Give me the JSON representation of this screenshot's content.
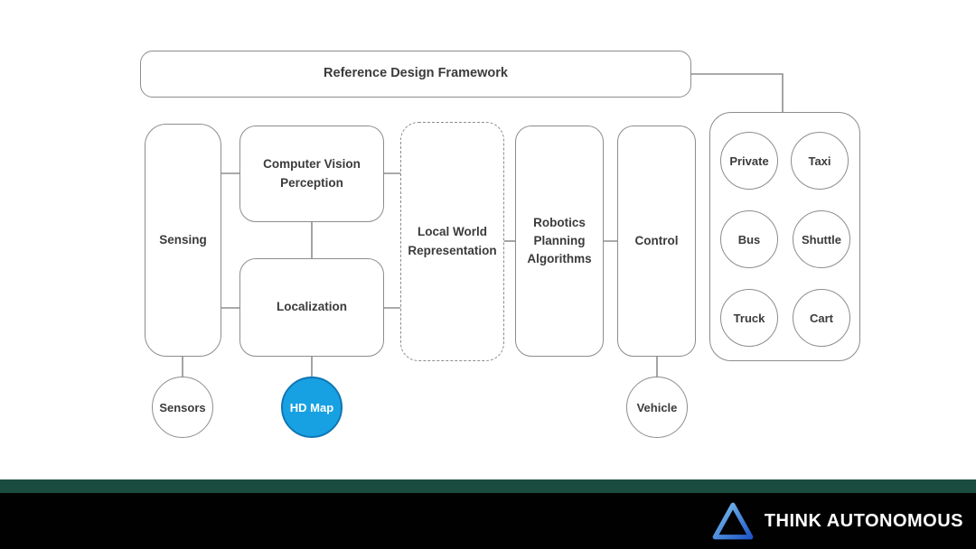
{
  "title_box": {
    "label": "Reference Design Framework"
  },
  "nodes": {
    "sensing": {
      "label": "Sensing"
    },
    "computer_vision": {
      "label": "Computer Vision Perception"
    },
    "localization": {
      "label": "Localization"
    },
    "local_world": {
      "label": "Local World Representation"
    },
    "planning": {
      "label": "Robotics Planning Algorithms"
    },
    "control": {
      "label": "Control"
    }
  },
  "io_nodes": {
    "sensors": {
      "label": "Sensors"
    },
    "hd_map": {
      "label": "HD Map",
      "fill": "#18a1e2",
      "border": "#0f76b4",
      "text_color": "#ffffff"
    },
    "vehicle": {
      "label": "Vehicle"
    }
  },
  "vehicle_types": [
    "Private",
    "Taxi",
    "Bus",
    "Shuttle",
    "Truck",
    "Cart"
  ],
  "colors": {
    "node_border": "#8d8d8d",
    "connector": "#8d8d8d",
    "node_text": "#3b3b3b",
    "footer_teal": "#1a4c40",
    "footer_black": "#010101"
  },
  "footer": {
    "brand": "THINK AUTONOMOUS"
  }
}
